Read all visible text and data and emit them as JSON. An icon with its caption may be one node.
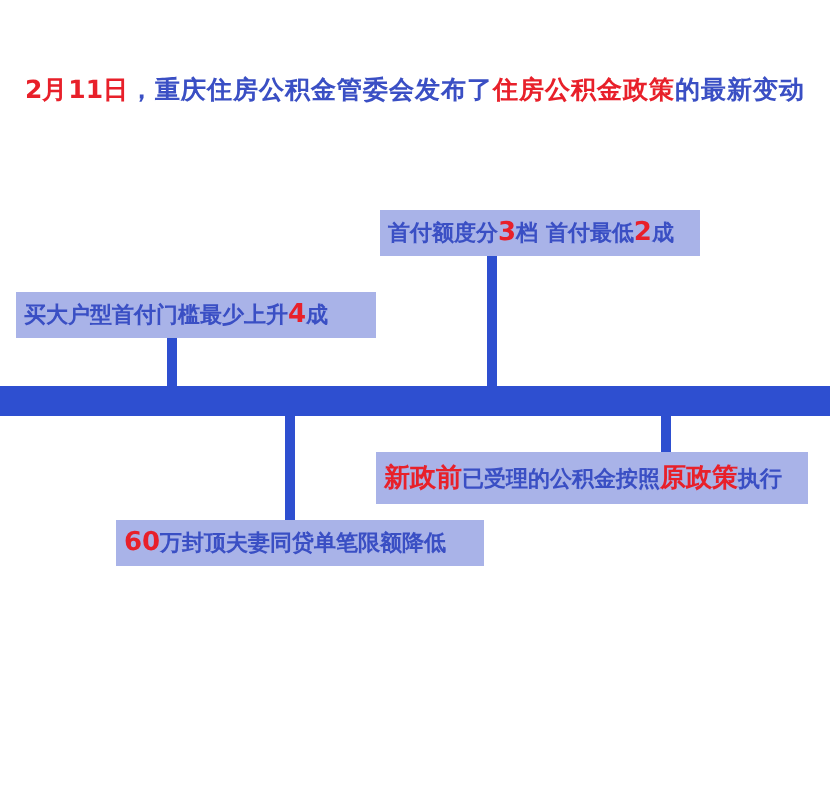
{
  "diagram": {
    "title": "**2月11日**，重庆住房公积金管委会发布了**住房公积金政策**的最新变动",
    "nodes": [
      {
        "text": [
          "首付额度分**3**档 首付最低**2**成"
        ]
      },
      {
        "text": [
          "买大户型首付门槛最少上升**4**成"
        ]
      },
      {
        "text": [],
        "shape": "bar"
      },
      {
        "text": [
          "**新政前**已受理的公积金按照**原政策**执行"
        ]
      },
      {
        "text": [
          "**60**万封顶夫妻同贷单笔限额降低"
        ]
      }
    ],
    "edges": [
      {
        "from": 0,
        "to": 2,
        "arrow": "none"
      },
      {
        "from": 1,
        "to": 2,
        "arrow": "none"
      },
      {
        "from": 3,
        "to": 2,
        "arrow": "none"
      },
      {
        "from": 4,
        "to": 2,
        "arrow": "none"
      }
    ]
  }
}
